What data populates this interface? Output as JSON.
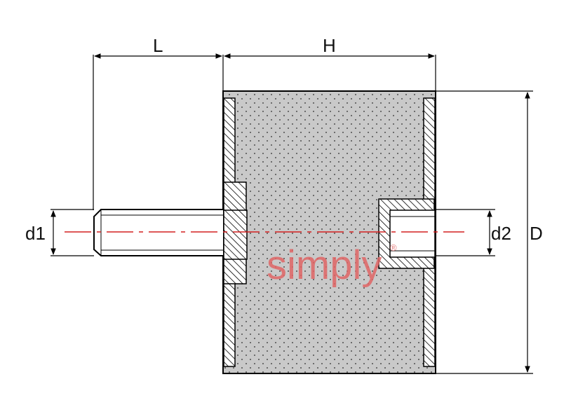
{
  "drawing": {
    "title": "",
    "labels": {
      "length": "L",
      "height": "H",
      "diameter": "D",
      "thread_d1": "d1",
      "thread_d2": "d2"
    },
    "watermark": {
      "text": "simply",
      "mark": "®"
    },
    "parts": [
      "male-threaded-stud",
      "rubber-cylinder",
      "steel-end-plate-left",
      "steel-end-plate-right",
      "female-threaded-insert"
    ]
  },
  "colors": {
    "rubber": "#c9c9c9",
    "steel_hatch": "#000000",
    "centerline": "#d42020",
    "watermark": "#e06666",
    "outline": "#000000"
  }
}
